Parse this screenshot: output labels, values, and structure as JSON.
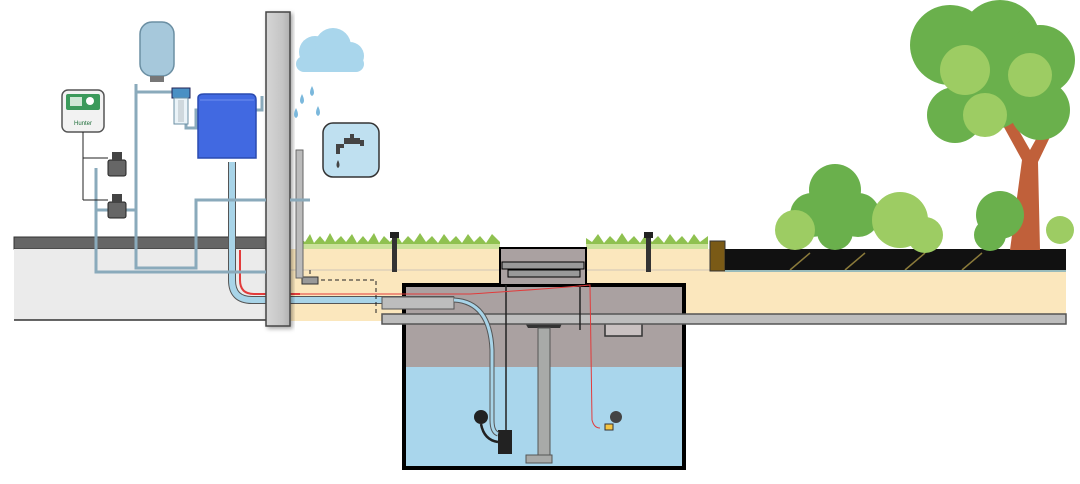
{
  "diagram": {
    "controller": {
      "brand_text": "Hunter",
      "icon": "irrigation-controller-icon"
    },
    "components": [
      {
        "name": "pressure-expansion-tank",
        "icon": "tank-icon"
      },
      {
        "name": "inline-water-filter",
        "icon": "filter-icon"
      },
      {
        "name": "control-unit-box",
        "icon": "pump-control-icon"
      },
      {
        "name": "solenoid-valve",
        "icon": "valve-icon"
      },
      {
        "name": "rain-cloud",
        "icon": "cloud-icon"
      },
      {
        "name": "garden-tap",
        "icon": "faucet-icon"
      },
      {
        "name": "underground-rainwater-tank",
        "icon": "cistern-icon"
      },
      {
        "name": "submersible-pump",
        "icon": "pump-icon"
      },
      {
        "name": "float-switch",
        "icon": "float-icon"
      },
      {
        "name": "level-sensor",
        "icon": "sensor-icon"
      },
      {
        "name": "tree",
        "icon": "tree-icon"
      },
      {
        "name": "bushes",
        "icon": "bush-icon"
      }
    ],
    "colors": {
      "water": "#a9d6ec",
      "soil": "#fbe7bd",
      "ground_fill": "#ebebeb",
      "grass": "#8fc150",
      "tank_top": "#aaa1a1",
      "control_box": "#4169e1",
      "wall": "#cccccc",
      "pipe_blue": "#a8d4e8",
      "sensor_wire": "#e23b3b",
      "tree_leaves": "#6ab04c",
      "tree_trunk": "#c0603a"
    }
  }
}
